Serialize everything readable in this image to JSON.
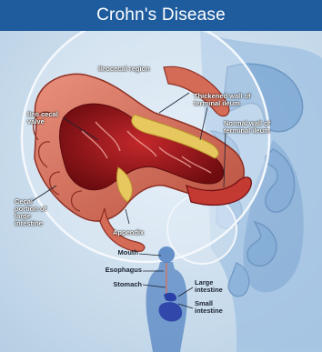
{
  "header": {
    "title": "Crohn's Disease"
  },
  "labels": {
    "ileocecal_region": "Ileocecal region",
    "thickened_wall": "Thickened wall of terminal ileum",
    "ileocecal_valve": "Ileo cecal valve",
    "normal_wall": "Normal wall of terminal ileum",
    "cecal_portion": "Cecal portion of large intestine",
    "appendix": "Appendix",
    "mouth": "Mouth",
    "esophagus": "Esophagus",
    "stomach": "Stomach",
    "large_intestine": "Large intestine",
    "small_intestine": "Small intestine"
  },
  "colors": {
    "title_bg": "#1f5c9e",
    "background": "#c9dcec",
    "body_silhouette": "#8fb6dc",
    "intestine_outer": "#d9725e",
    "intestine_inner": "#a3171b",
    "fat": "#e6c85e"
  }
}
